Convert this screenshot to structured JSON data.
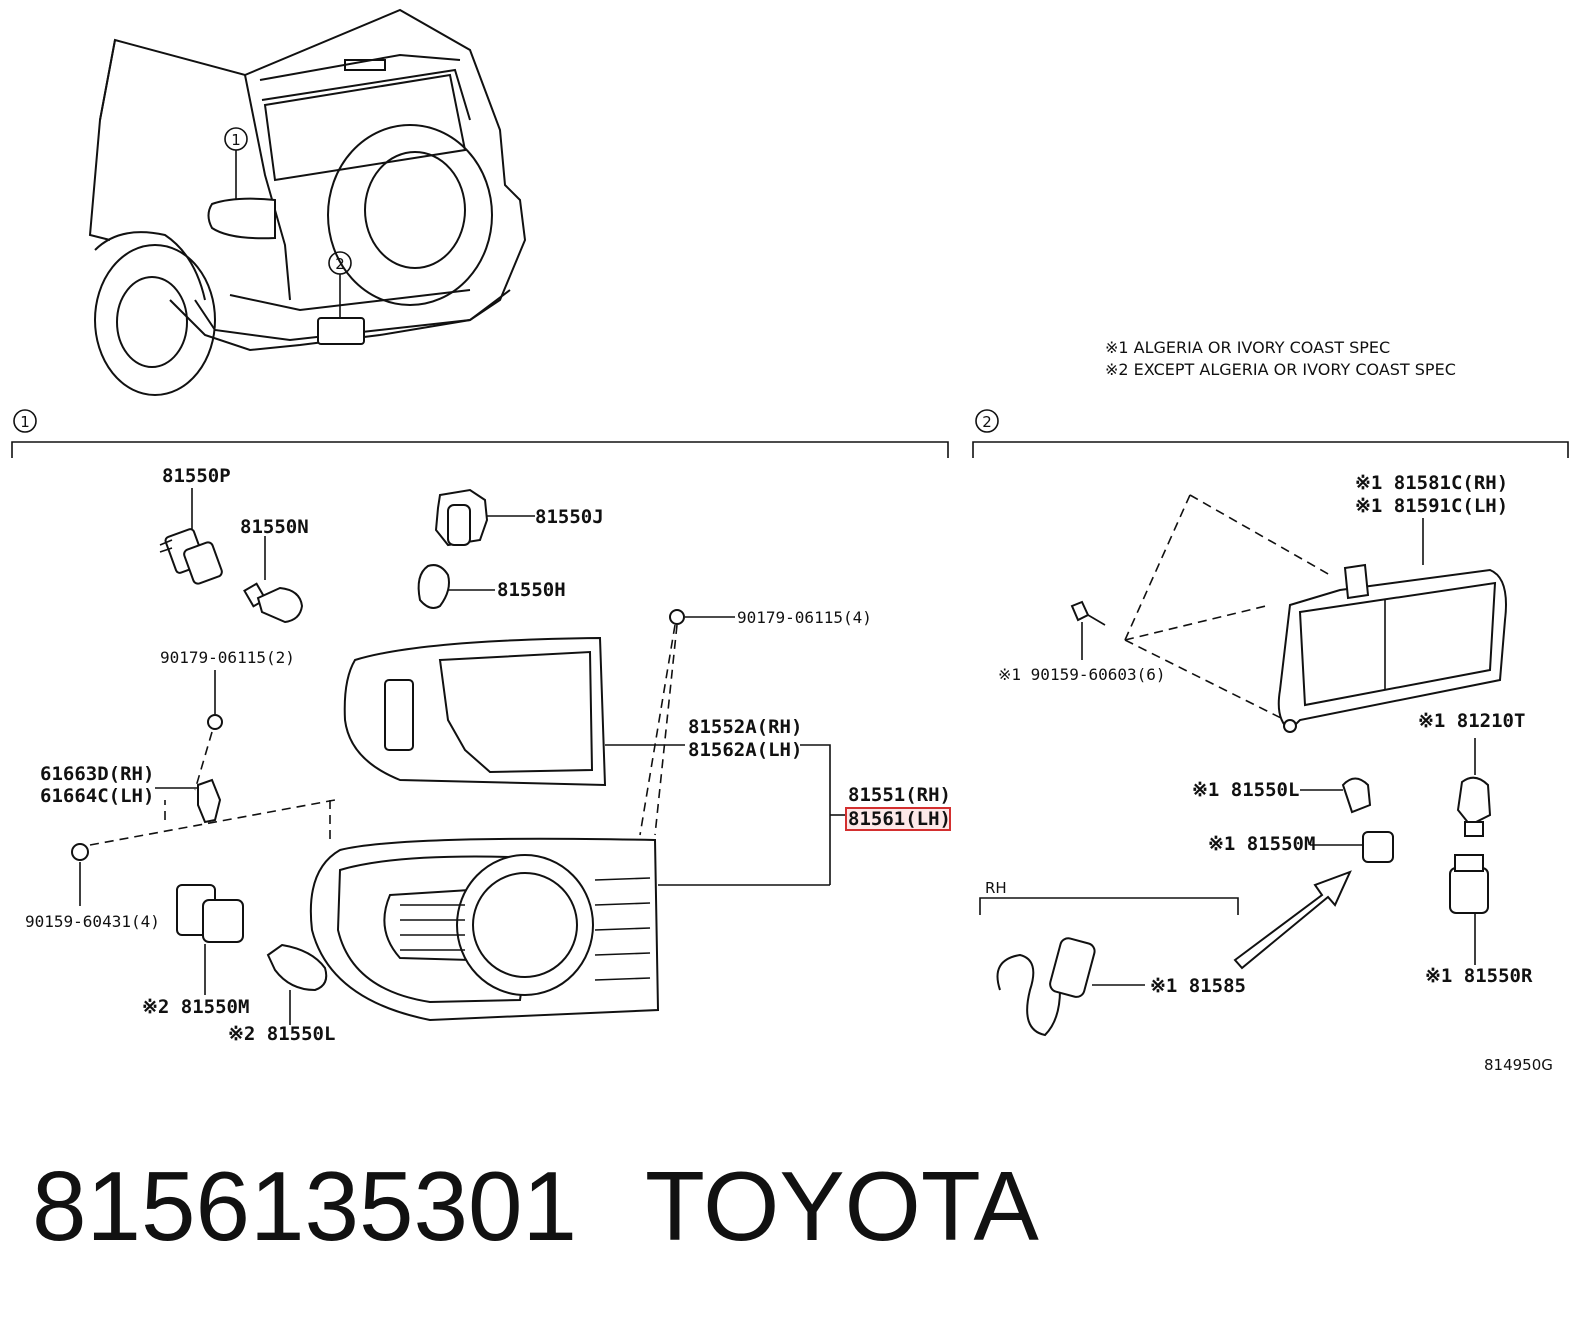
{
  "notes": {
    "note1": "※1 ALGERIA OR IVORY COAST SPEC",
    "note2": "※2 EXCEPT ALGERIA OR IVORY COAST SPEC"
  },
  "callouts": {
    "one": "1",
    "two": "2"
  },
  "section1": {
    "labels": {
      "p81550P": "81550P",
      "p81550N": "81550N",
      "p81550J": "81550J",
      "p81550H": "81550H",
      "p90179a": "90179-06115(2)",
      "p90179b": "90179-06115(4)",
      "p81552A": "81552A(RH)",
      "p81562A": "81562A(LH)",
      "p81551": "81551(RH)",
      "p81561": "81561(LH)",
      "p61663D": "61663D(RH)",
      "p61664C": "61664C(LH)",
      "p90159": "90159-60431(4)",
      "p81550M": "※2 81550M",
      "p81550L": "※2 81550L"
    }
  },
  "section2": {
    "labels": {
      "p81581C": "※1 81581C(RH)",
      "p81591C": "※1 81591C(LH)",
      "p90159b": "※1 90159-60603(6)",
      "p81210T": "※1 81210T",
      "p81550L": "※1 81550L",
      "p81550M": "※1 81550M",
      "p81550R": "※1 81550R",
      "p81585": "※1 81585",
      "rh": "RH"
    }
  },
  "diagram_code": "814950G",
  "footer": {
    "part_number": "8156135301",
    "brand": "TOYOTA"
  },
  "highlight_color": "#d32f2f"
}
